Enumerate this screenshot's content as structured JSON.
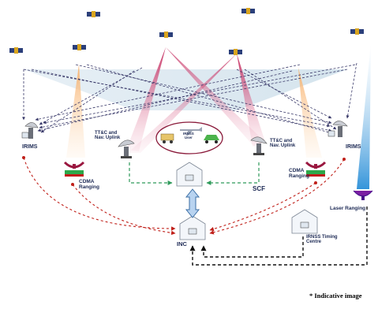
{
  "labels": {
    "irims_left": "IRIMS",
    "irims_right": "IRIMS",
    "ttc_left_line1": "TT&C and",
    "ttc_left_line2": "Nav. Uplink",
    "ttc_right_line1": "TT&C and",
    "ttc_right_line2": "Nav. Uplink",
    "irnss_user_line1": "IRNSS",
    "irnss_user_line2": "User",
    "cdma_left_line1": "CDMA",
    "cdma_left_line2": "Ranging",
    "cdma_right_line1": "CDMA",
    "cdma_right_line2": "Ranging",
    "scf": "SCF",
    "inc": "INC",
    "laser_ranging": "Laser Ranging",
    "timing_line1": "IRNSS Timing",
    "timing_line2": "Centre"
  },
  "footnote": "* Indicative  image",
  "colors": {
    "dashed_dark": "#3a3a6a",
    "dashed_red": "#c0201a",
    "dashed_green": "#2e9a5a",
    "dashed_black": "#111111",
    "beam_orange": "#f39a4a",
    "beam_magenta": "#c2255a",
    "beam_blue": "#2a8fd8",
    "label_text": "#1d2a55"
  },
  "icons": [
    "satellite-icon",
    "antenna-dish-icon",
    "cdma-dish-icon",
    "laser-dish-icon",
    "building-icon",
    "computer-icon",
    "car-icon",
    "truck-icon",
    "airplane-icon"
  ]
}
